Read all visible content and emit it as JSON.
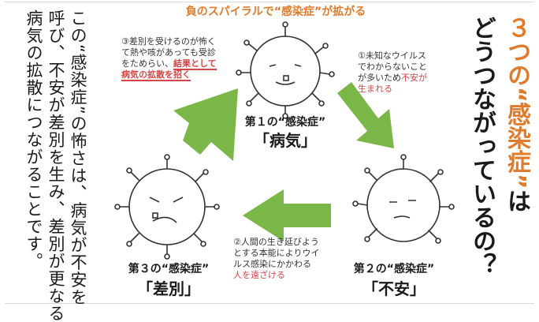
{
  "left_column": {
    "col1": "この“感染症”の怖さは、病気が不安を",
    "col2": "呼び、不安が差別を生み、差別が更なる",
    "col3": "病気の拡散につながることです。"
  },
  "title": {
    "part1": "３つの“感染症”",
    "part2": "は",
    "part3": "どうつながっているの？"
  },
  "top_heading": "負のスパイラルで“感染症”が拡がる",
  "nodes": {
    "illness": {
      "small": "第１の“感染症”",
      "big": "「病気」"
    },
    "anxiety": {
      "small": "第２の“感染症”",
      "big": "「不安」"
    },
    "discrimination": {
      "small": "第３の“感染症”",
      "big": "「差別」"
    }
  },
  "notes": {
    "n1": {
      "line1": "①未知なウイルス",
      "line2": "でわからないこと",
      "line3_normal": "が多いため",
      "line3_red": "不安が",
      "line4_red": "生まれる"
    },
    "n2": {
      "line1": "②人間の生き延びよう",
      "line2": "とする本能によりウイ",
      "line3": "ルス感染にかかわる",
      "line4_red": "人を遠ざける"
    },
    "n3": {
      "line1": "③差別を受けるのが怖く",
      "line2": "て熱や咳があっても受診",
      "line3_normal": "をためらい、",
      "line3_bold": "結果として",
      "line4_bold": "病気の拡散を招く"
    }
  },
  "colors": {
    "arrow": "#7ab648",
    "accent": "#e07b2c",
    "red": "#d64545"
  }
}
